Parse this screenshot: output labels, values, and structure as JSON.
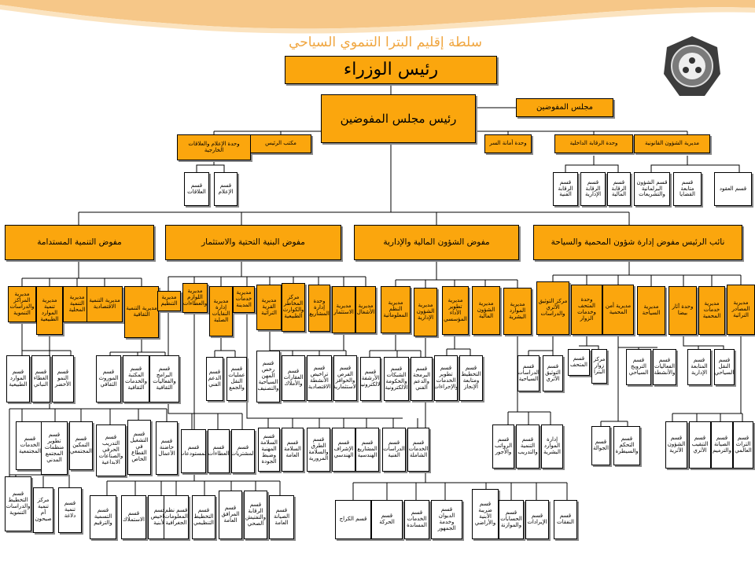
{
  "header": {
    "org_title": "سلطة إقليم البترا التنموي السياحي"
  },
  "level1": {
    "pm": "رئيس الوزراء"
  },
  "level2": {
    "chairman": "رئيس مجلس المفوضين",
    "board": "مجلس المفوضين"
  },
  "level3": {
    "media": "وحدة الإعلام والعلاقات الخارجية",
    "chair_office": "مكتب الرئيس",
    "secretary": "وحدة أمانة السر",
    "internal_control": "وحدة الرقابة الداخلية",
    "legal": "مديرية الشؤون القانونية"
  },
  "level3_sub": {
    "relations": "قسم العلاقات",
    "media_sec": "قسم الإعلام",
    "ctrl_tech": "قسم الرقابة الفنية",
    "ctrl_admin": "قسم الرقابة الإدارية",
    "ctrl_fin": "قسم الرقابة المالية",
    "legislative": "قسم الشؤون البرلمانية والتشريعات",
    "cases": "قسم متابعة القضايا",
    "contracts": "قسم العقود"
  },
  "commissioners": {
    "c1": "مفوض التنمية المستدامة",
    "c2": "مفوض البنية التحتية والاستثمار",
    "c3": "مفوض الشؤون المالية والإدارية",
    "c4": "نائب الرئيس مفوض إدارة شؤون المحمية والسياحة"
  },
  "dirs": {
    "d01": "مديرية المراكز والدراسات التنموية",
    "d02": "مديرية تنمية الموارد الطبيعية",
    "d03": "مديرية التنمية المحلية",
    "d04": "مديرية التنمية الاقتصادية",
    "d05": "مديرية التنمية الثقافية",
    "d06": "مديرية التنظيم",
    "d07": "مديرية اللوازم والعطاءات",
    "d08": "مديرية إدارة النفايات الصلبة",
    "d09": "مديرية خدمات المدينة",
    "d10": "مديرية القرية التراثية",
    "d11": "مركز المخاطر والكوارث الطبيعية",
    "d12": "وحدة إدارة المشاريع",
    "d13": "مديرية الاستثمار",
    "d14": "مديرية الأشغال",
    "d15": "مديرية النظم المعلوماتية",
    "d16": "مديرية الشؤون الإدارية",
    "d17": "مديرية تطوير الأداء المؤسسي",
    "d18": "مديرية الشؤون المالية",
    "d19": "مديرية الموارد البشرية",
    "d20": "مركز التوثيق الأثري والدراسات",
    "d21": "وحدة المتحف وخدمات الزوار",
    "d22": "مديرية أمن المحمية",
    "d23": "مديرية السياحة",
    "d24": "وحدة آثار بيضا",
    "d25": "مديرية خدمات المحمية",
    "d26": "مديرية المصادر التراثية"
  },
  "sections": {
    "s01": "قسم الموارد الطبيعية",
    "s02": "قسم الغطاء النباتي",
    "s03": "قسم النمو الأخضر",
    "s04": "قسم الموروث الثقافي",
    "s05": "قسم المكتبة والخدمات الثقافية",
    "s06": "قسم البرامج والفعاليات الثقافية",
    "s07": "قسم الدعم الفني",
    "s08": "قسم عمليات النقل والجمع",
    "s09": "قسم رخص المهن السياحية والتصنيف",
    "s10": "قسم العقارات والأملاك",
    "s11": "قسم تراخيص الأنشطة الاقتصادية",
    "s12": "قسم الفرص والحوافز الاستثمارية",
    "s13": "قسم الأرشفة الالكترونية",
    "s14": "قسم الشبكات والحكومة الالكترونية",
    "s15": "قسم البرمجة والدعم الفني",
    "s16": "قسم تطوير الخدمات والإجراءات",
    "s17": "قسم التخطيط ومتابعة الإنجاز",
    "s18": "قسم الدراسات السياحية",
    "s19": "قسم التوثيق الأثري",
    "s20": "قسم المتحف",
    "s21": "مركز زوار البترا",
    "s22": "قسم الترويج السياحي",
    "s23": "قسم الفعاليات والأنشطة",
    "s24": "قسم المتابعة الإدارية",
    "s25": "قسم النقل السياحي",
    "s26": "قسم الخدمات المجتمعية",
    "s27": "قسم تطوير منظمات المجتمع المدني",
    "s28": "قسم التمكين المجتمعي",
    "s29": "قسم التدريب الحرفي والصناعات الابداعية",
    "s30": "قسم التشغيل في القطاع الخاص",
    "s31": "قسم حاضنة الأعمال",
    "s32": "قسم المستودعات",
    "s33": "قسم العطاءات",
    "s34": "قسم المشتريات",
    "s35": "قسم السلامة المهنية وضبط الجودة",
    "s36": "قسم السلامة العامة",
    "s37": "قسم الطرق والسلامة المرورية",
    "s38": "قسم الإشراف الهندسي",
    "s39": "قسم المشاريع الهندسية",
    "s40": "قسم الدراسات الفنية",
    "s41": "قسم الخدمات الشاملة",
    "s42": "قسم الرواتب والأجور",
    "s43": "قسم التنمية والتدريب",
    "s44": "إدارة الموارد البشرية",
    "s45": "قسم الجوالة",
    "s46": "قسم التحكم والسيطرة",
    "s47": "قسم الشؤون الأثرية",
    "s48": "قسم التنقيب الأثري",
    "s49": "قسم الصيانة والترميم",
    "s50": "قسم التراث العالمي",
    "s51": "قسم التخطيط والدراسات التنموية",
    "s52": "مركز تنمية أم صيحون",
    "s53": "قسم تنمية دلاغة",
    "s54": "قسم التسمية والترقيم",
    "s55": "قسم الاستملاك",
    "s56": "قسم تراخيص الأبنية",
    "s57": "قسم نظم المعلومات الجغرافية",
    "s58": "قسم التخطيط التنظيمي",
    "s59": "قسم المرافق العامة",
    "s60": "قسم الرقابة والتفتيش الصحي",
    "s61": "قسم الصيانة العامة",
    "s62": "قسم الكراج",
    "s63": "قسم الحركة",
    "s64": "قسم الخدمات المساندة",
    "s65": "قسم الديوان وخدمة الجمهور",
    "s66": "قسم ضريبة الأبنية والأراضي",
    "s67": "قسم الحسابات والموازنة",
    "s68": "قسم الإيرادات",
    "s69": "قسم النفقات"
  }
}
